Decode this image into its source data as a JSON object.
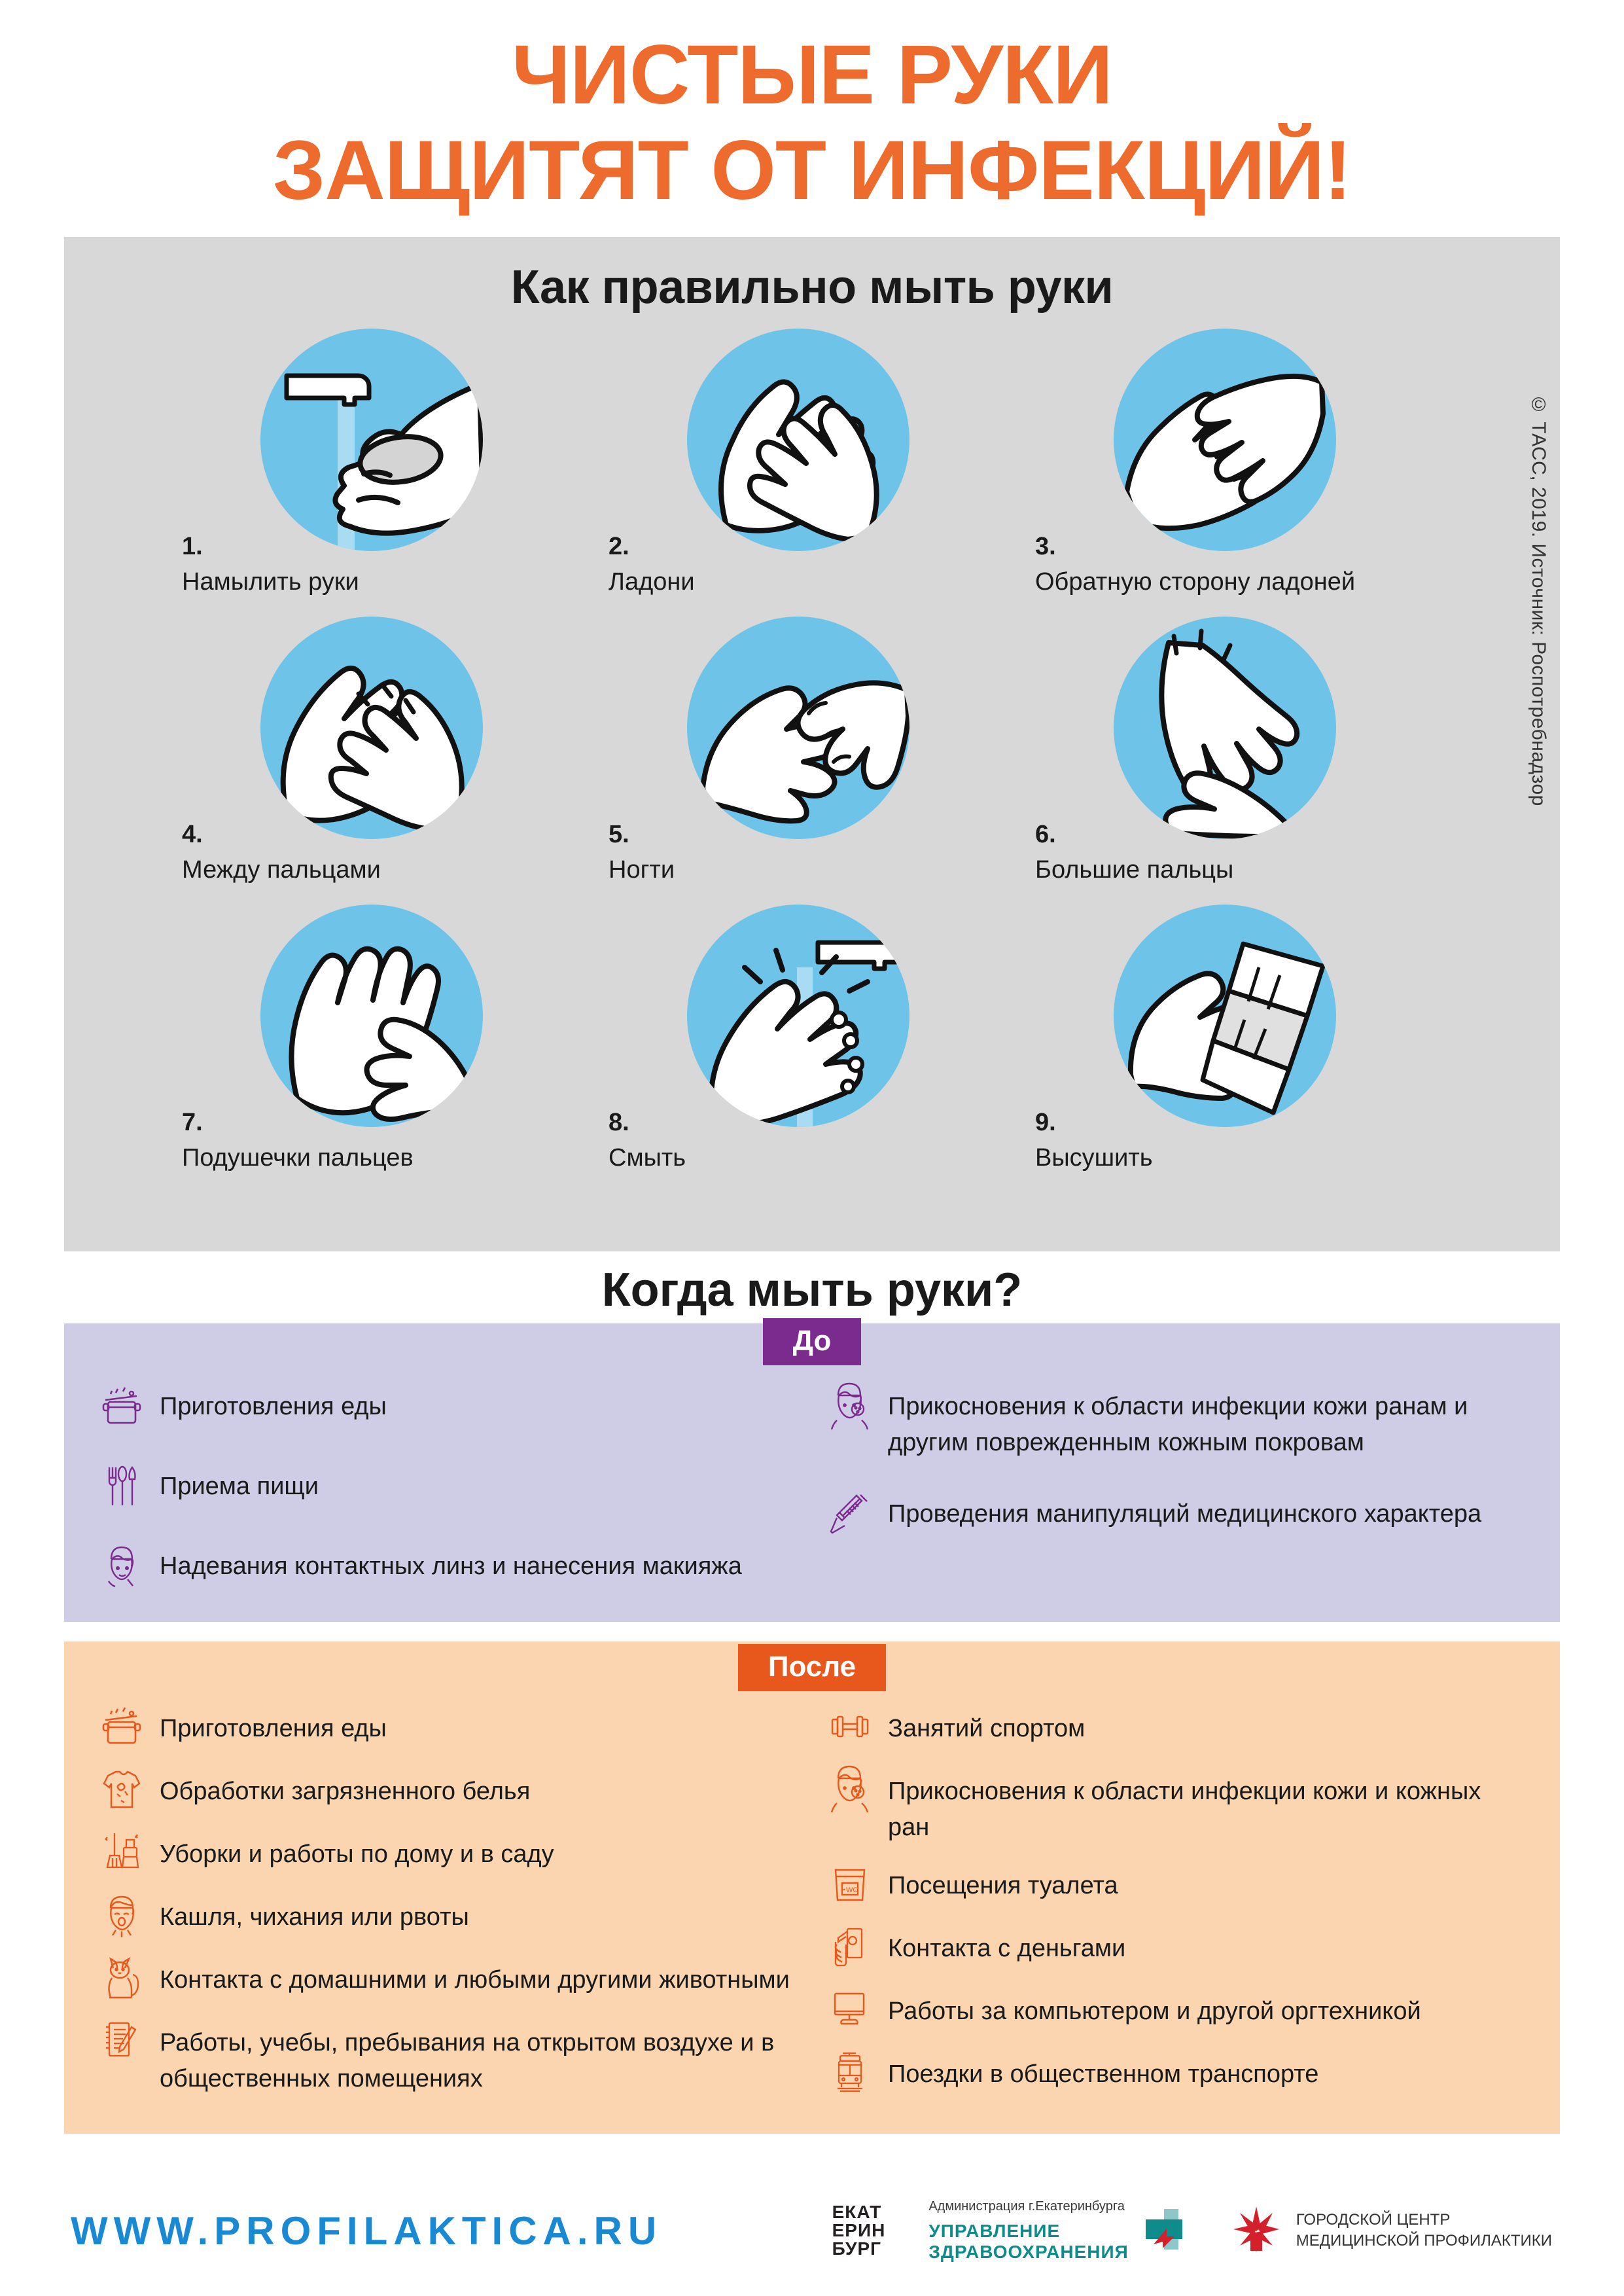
{
  "title": {
    "line1": "ЧИСТЫЕ РУКИ",
    "line2": "ЗАЩИТЯТ ОТ ИНФЕКЦИЙ!",
    "color": "#ED6B2D"
  },
  "how_section": {
    "heading": "Как правильно мыть руки",
    "background": "#D8D8D8",
    "circle_color": "#6DC4E8",
    "credit": "© ТАСС, 2019. Источник: Роспотребнадзор",
    "steps": [
      {
        "num": "1.",
        "label": "Намылить руки",
        "icon": "hands-with-soap-under-tap-icon"
      },
      {
        "num": "2.",
        "label": "Ладони",
        "icon": "palm-to-palm-rub-icon"
      },
      {
        "num": "3.",
        "label": "Обратную сторону ладоней",
        "icon": "back-of-hands-rub-icon"
      },
      {
        "num": "4.",
        "label": "Между пальцами",
        "icon": "interlaced-fingers-icon"
      },
      {
        "num": "5.",
        "label": "Ногти",
        "icon": "nails-in-palm-icon"
      },
      {
        "num": "6.",
        "label": "Большие пальцы",
        "icon": "thumb-rotational-rub-icon"
      },
      {
        "num": "7.",
        "label": "Подушечки пальцев",
        "icon": "fingertips-in-palm-icon"
      },
      {
        "num": "8.",
        "label": "Смыть",
        "icon": "rinse-under-tap-icon"
      },
      {
        "num": "9.",
        "label": "Высушить",
        "icon": "dry-with-towel-icon"
      }
    ]
  },
  "when_section": {
    "heading": "Когда мыть руки?",
    "before": {
      "badge": "До",
      "badge_color": "#7B2A8E",
      "background": "#CFCCE5",
      "icon_color": "#7B2A8E",
      "left_items": [
        {
          "text": "Приготовления еды",
          "icon": "cooking-pot-icon"
        },
        {
          "text": "Приема пищи",
          "icon": "cutlery-icon"
        },
        {
          "text": "Надевания контактных линз и нанесения макияжа",
          "icon": "face-makeup-icon"
        }
      ],
      "right_items": [
        {
          "text": "Прикосновения к области инфекции кожи ранам и другим поврежденным кожным покровам",
          "icon": "skin-infection-face-icon"
        },
        {
          "text": "Проведения манипуляций медицинского характера",
          "icon": "syringe-icon"
        }
      ]
    },
    "after": {
      "badge": "После",
      "badge_color": "#E8571B",
      "background": "#FAD5B0",
      "icon_color": "#E8571B",
      "left_items": [
        {
          "text": "Приготовления еды",
          "icon": "cooking-pot-icon"
        },
        {
          "text": "Обработки загрязненного белья",
          "icon": "dirty-shirt-icon"
        },
        {
          "text": "Уборки и работы по дому и в саду",
          "icon": "cleaning-tools-icon"
        },
        {
          "text": "Кашля, чихания или рвоты",
          "icon": "coughing-face-icon"
        },
        {
          "text": "Контакта с домашними и любыми другими животными",
          "icon": "cat-icon"
        },
        {
          "text": "Работы, учебы, пребывания на открытом воздухе и в общественных помещениях",
          "icon": "notebook-pen-icon"
        }
      ],
      "right_items": [
        {
          "text": "Занятий спортом",
          "icon": "dumbbell-icon"
        },
        {
          "text": "Прикосновения к области инфекции кожи и кожных ран",
          "icon": "skin-infection-face-icon"
        },
        {
          "text": "Посещения туалета",
          "icon": "toilet-wc-icon"
        },
        {
          "text": "Контакта с деньгами",
          "icon": "money-hand-icon"
        },
        {
          "text": "Работы за компьютером и другой оргтехникой",
          "icon": "computer-monitor-icon"
        },
        {
          "text": "Поездки в общественном транспорте",
          "icon": "tram-icon"
        }
      ]
    }
  },
  "footer": {
    "url": "WWW.PROFILAKTICA.RU",
    "url_color": "#1A89D4",
    "logos": {
      "ekaterinburg": {
        "l1": "ЕКАТ",
        "l2": "ЕРИН",
        "l3": "БУРГ"
      },
      "healthcare": {
        "admin": "Администрация г.Екатеринбурга",
        "line1": "УПРАВЛЕНИЕ",
        "line2": "ЗДРАВООХРАНЕНИЯ",
        "color": "#0E8C8C"
      },
      "prevention_center": {
        "line1": "ГОРОДСКОЙ ЦЕНТР",
        "line2": "МЕДИЦИНСКОЙ ПРОФИЛАКТИКИ",
        "mark_color": "#D4202A"
      }
    }
  }
}
